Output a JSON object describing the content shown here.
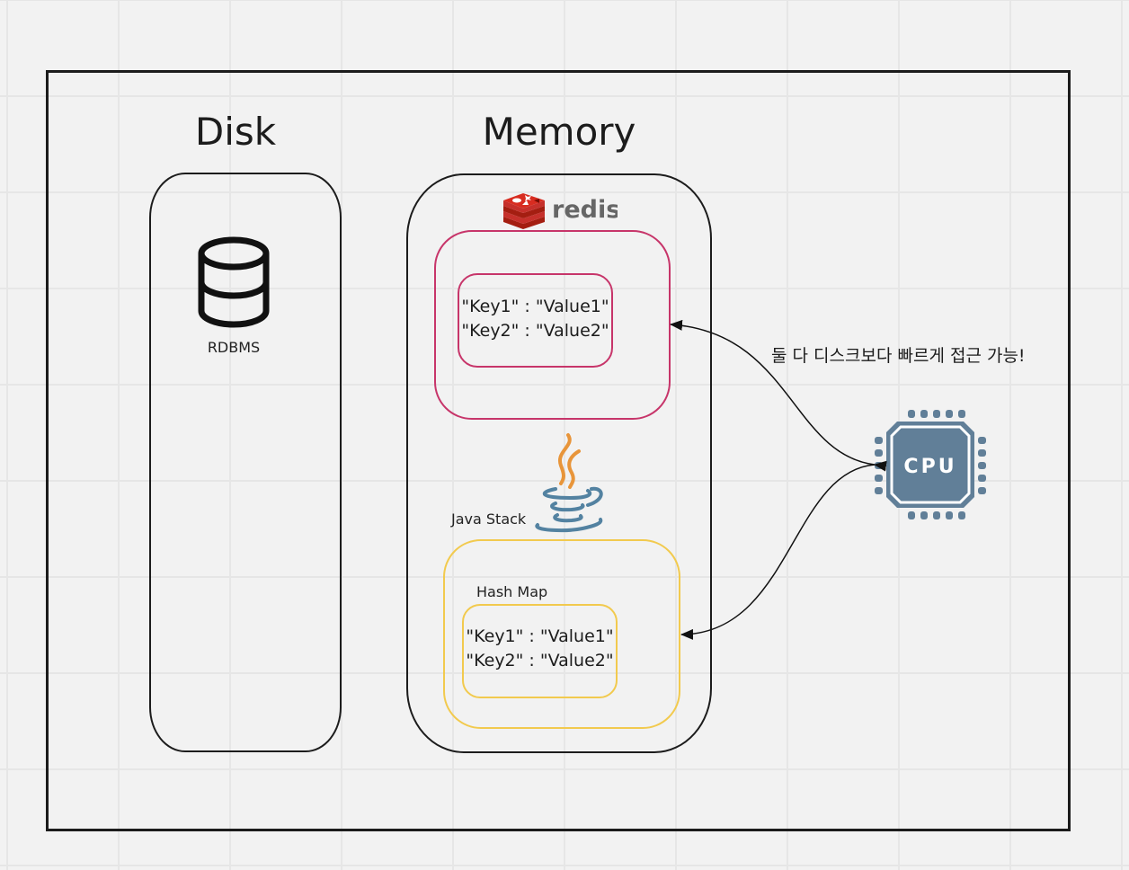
{
  "diagram": {
    "disk": {
      "title": "Disk",
      "database_icon": "database-icon",
      "database_label": "RDBMS"
    },
    "memory": {
      "title": "Memory",
      "redis": {
        "logo_icon": "redis-logo-icon",
        "logo_text": "redis",
        "border_color": "#c7356a",
        "entries": [
          "\"Key1\" : \"Value1\"",
          "\"Key2\" : \"Value2\""
        ]
      },
      "java": {
        "logo_icon": "java-logo-icon",
        "label": "Java Stack",
        "border_color": "#f2ca4e",
        "hashmap_label": "Hash Map",
        "entries": [
          "\"Key1\" : \"Value1\"",
          "\"Key2\" : \"Value2\""
        ]
      }
    },
    "cpu": {
      "icon": "cpu-chip-icon",
      "label": "CPU",
      "color": "#617f98"
    },
    "annotation": "둘 다 디스크보다 빠르게 접근 가능!",
    "connections": [
      {
        "from": "cpu",
        "to": "redis-box",
        "type": "bidirectional-arrow"
      },
      {
        "from": "cpu",
        "to": "java-hashmap-box",
        "type": "bidirectional-arrow"
      }
    ]
  }
}
